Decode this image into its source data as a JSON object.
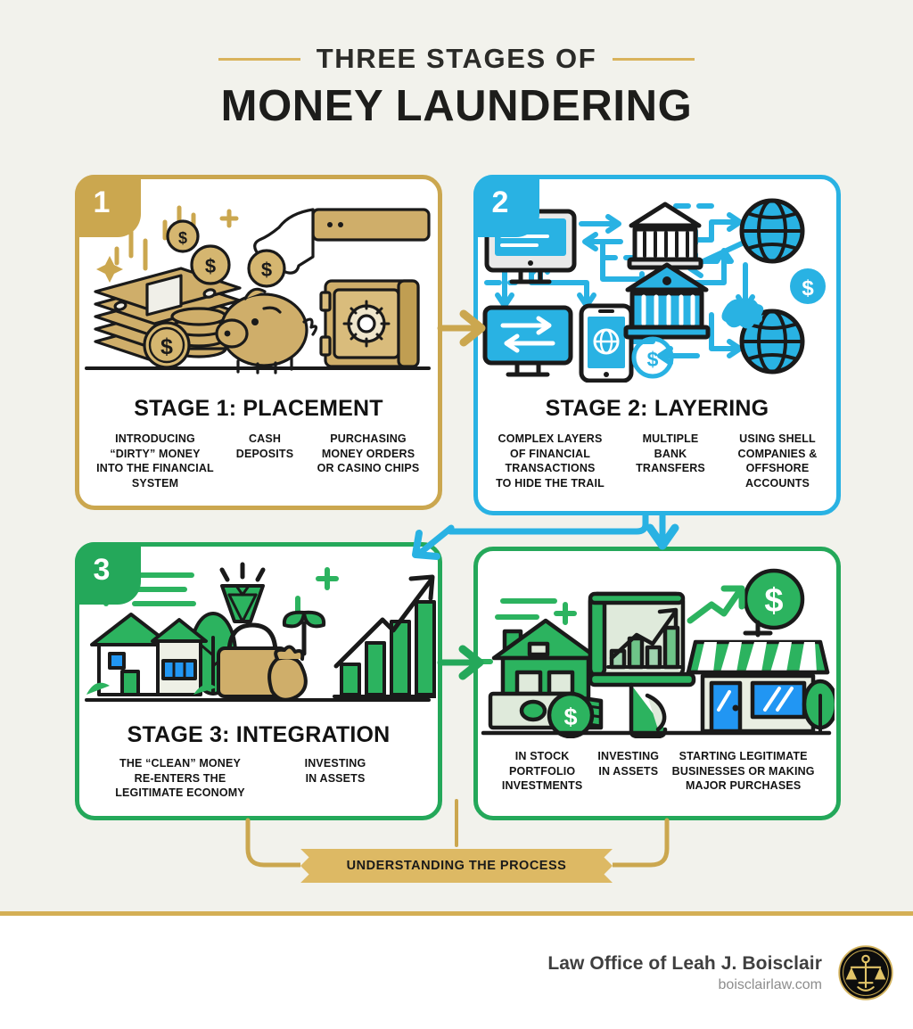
{
  "header": {
    "eyebrow": "THREE STAGES OF",
    "title": "MONEY LAUNDERING"
  },
  "colors": {
    "background": "#f2f2ec",
    "gold": "#cba74f",
    "gold_rule": "#d4af55",
    "cyan": "#29b2e3",
    "green": "#24a85a",
    "ink": "#1d1d1b",
    "footer_bg": "#ffffff"
  },
  "cards": [
    {
      "number": "1",
      "accent": "#cba74f",
      "title": "STAGE 1: PLACEMENT",
      "bullets": [
        "INTRODUCING\n“DIRTY” MONEY\nINTO THE FINANCIAL\nSYSTEM",
        "CASH\nDEPOSITS",
        "PURCHASING\nMONEY ORDERS\nOR CASINO CHIPS"
      ],
      "icons": [
        "cash-stack-icon",
        "coin-stack-icon",
        "piggy-bank-icon",
        "hand-dropping-coin-icon",
        "safe-icon",
        "dollar-coin-icon",
        "sparkle-icon"
      ]
    },
    {
      "number": "2",
      "accent": "#29b2e3",
      "title": "STAGE 2: LAYERING",
      "bullets": [
        "COMPLEX LAYERS\nOF FINANCIAL\nTRANSACTIONS\nTO HIDE THE TRAIL",
        "MULTIPLE\nBANK\nTRANSFERS",
        "USING SHELL\nCOMPANIES &\nOFFSHORE\nACCOUNTS"
      ],
      "icons": [
        "desktop-monitor-icon",
        "bank-building-icon",
        "globe-icon",
        "smartphone-icon",
        "transfer-arrows-icon",
        "dollar-coin-icon",
        "network-node-icon"
      ]
    },
    {
      "number": "3",
      "accent": "#24a85a",
      "title": "STAGE 3: INTEGRATION",
      "bullets": [
        "THE “CLEAN” MONEY\nRE-ENTERS THE\nLEGITIMATE ECONOMY",
        "INVESTING\nIN ASSETS"
      ],
      "icons": [
        "house-icon",
        "tree-icon",
        "diamond-icon",
        "handbag-icon",
        "money-sack-icon",
        "sprout-icon",
        "bar-chart-growth-icon"
      ]
    },
    {
      "number": "",
      "accent": "#24a85a",
      "title": "",
      "bullets": [
        "IN STOCK\nPORTFOLIO\nINVESTMENTS",
        "INVESTING\nIN ASSETS",
        "STARTING LEGITIMATE\nBUSINESSES OR MAKING\nMAJOR PURCHASES"
      ],
      "icons": [
        "house-with-money-icon",
        "presentation-chart-icon",
        "storefront-icon",
        "dollar-coin-icon",
        "growth-arrow-icon",
        "tree-icon"
      ]
    }
  ],
  "ribbon": {
    "label": "UNDERSTANDING THE PROCESS"
  },
  "footer": {
    "firm_name": "Law Office of Leah J. Boisclair",
    "website": "boisclairlaw.com",
    "logo": "scales-of-justice-icon"
  }
}
